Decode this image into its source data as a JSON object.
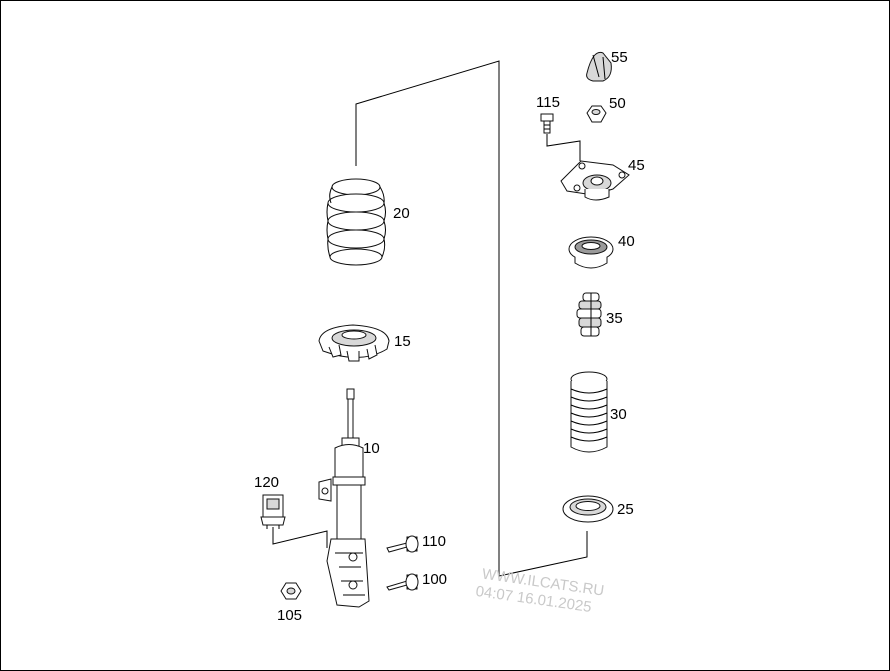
{
  "parts": [
    {
      "id": "p10",
      "label": "10"
    },
    {
      "id": "p15",
      "label": "15"
    },
    {
      "id": "p20",
      "label": "20"
    },
    {
      "id": "p25",
      "label": "25"
    },
    {
      "id": "p30",
      "label": "30"
    },
    {
      "id": "p35",
      "label": "35"
    },
    {
      "id": "p40",
      "label": "40"
    },
    {
      "id": "p45",
      "label": "45"
    },
    {
      "id": "p50",
      "label": "50"
    },
    {
      "id": "p55",
      "label": "55"
    },
    {
      "id": "p100",
      "label": "100"
    },
    {
      "id": "p105",
      "label": "105"
    },
    {
      "id": "p110",
      "label": "110"
    },
    {
      "id": "p115",
      "label": "115"
    },
    {
      "id": "p120",
      "label": "120"
    }
  ],
  "watermark": {
    "site": "WWW.ILCATS.RU",
    "timestamp": "04:07 16.01.2025"
  },
  "colors": {
    "line": "#000000",
    "part_fill": "#ffffff",
    "part_shade": "#d8d8d8",
    "watermark": "#c9c9c9"
  }
}
